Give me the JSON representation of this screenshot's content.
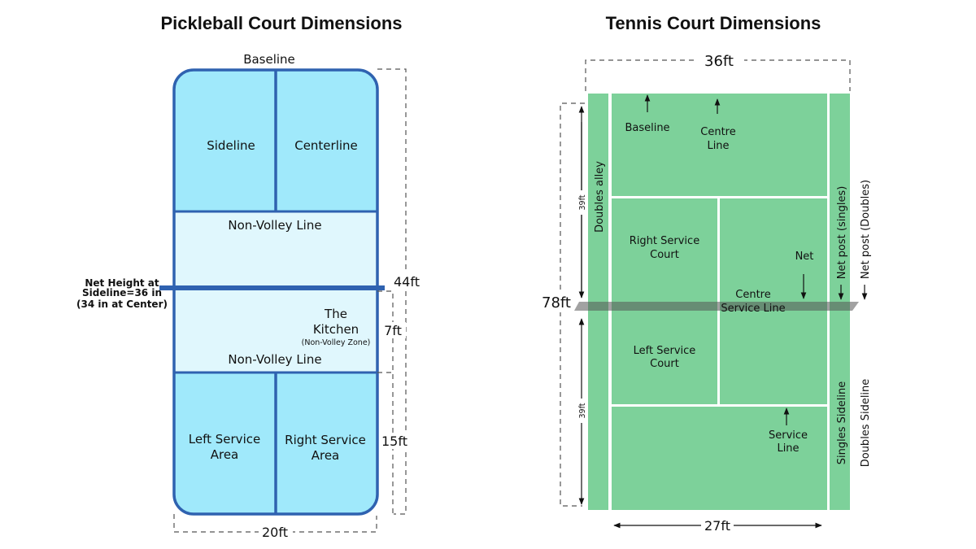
{
  "pickleball": {
    "title": "Pickleball Court Dimensions",
    "colors": {
      "service_fill": "#a0e9fb",
      "kitchen_fill": "#e0f7fd",
      "line": "#2f62b0"
    },
    "labels": {
      "baseline": "Baseline",
      "sideline": "Sideline",
      "centerline": "Centerline",
      "non_volley_line_top": "Non-Volley Line",
      "kitchen_line1": "The",
      "kitchen_line2": "Kitchen",
      "kitchen_sub": "(Non-Volley Zone)",
      "non_volley_line_bottom": "Non-Volley Line",
      "left_service_1": "Left Service",
      "left_service_2": "Area",
      "right_service_1": "Right Service",
      "right_service_2": "Area",
      "net_height_1": "Net Height at",
      "net_height_2": "Sideline=36 in",
      "net_height_3": "(34 in at Center)"
    },
    "dimensions": {
      "length": "44ft",
      "kitchen_depth": "7ft",
      "service_depth": "15ft",
      "width": "20ft"
    }
  },
  "tennis": {
    "title": "Tennis Court Dimensions",
    "colors": {
      "court_fill": "#7dd19a",
      "line": "#ffffff",
      "net": "#5a5a5a"
    },
    "labels": {
      "baseline": "Baseline",
      "centre_line_1": "Centre",
      "centre_line_2": "Line",
      "doubles_alley": "Doubles alley",
      "right_service_1": "Right Service",
      "right_service_2": "Court",
      "net": "Net",
      "centre_service_1": "Centre",
      "centre_service_2": "Service Line",
      "net_post_singles": "Net post (singles)",
      "net_post_doubles": "Net post (Doubles)",
      "left_service_1": "Left Service",
      "left_service_2": "Court",
      "service_line_1": "Service",
      "service_line_2": "Line",
      "singles_sideline": "Singles Sideline",
      "doubles_sideline": "Doubles Sideline"
    },
    "dimensions": {
      "width_doubles": "36ft",
      "length": "78ft",
      "half_top": "39ft",
      "half_bottom": "39ft",
      "width_singles": "27ft"
    }
  }
}
